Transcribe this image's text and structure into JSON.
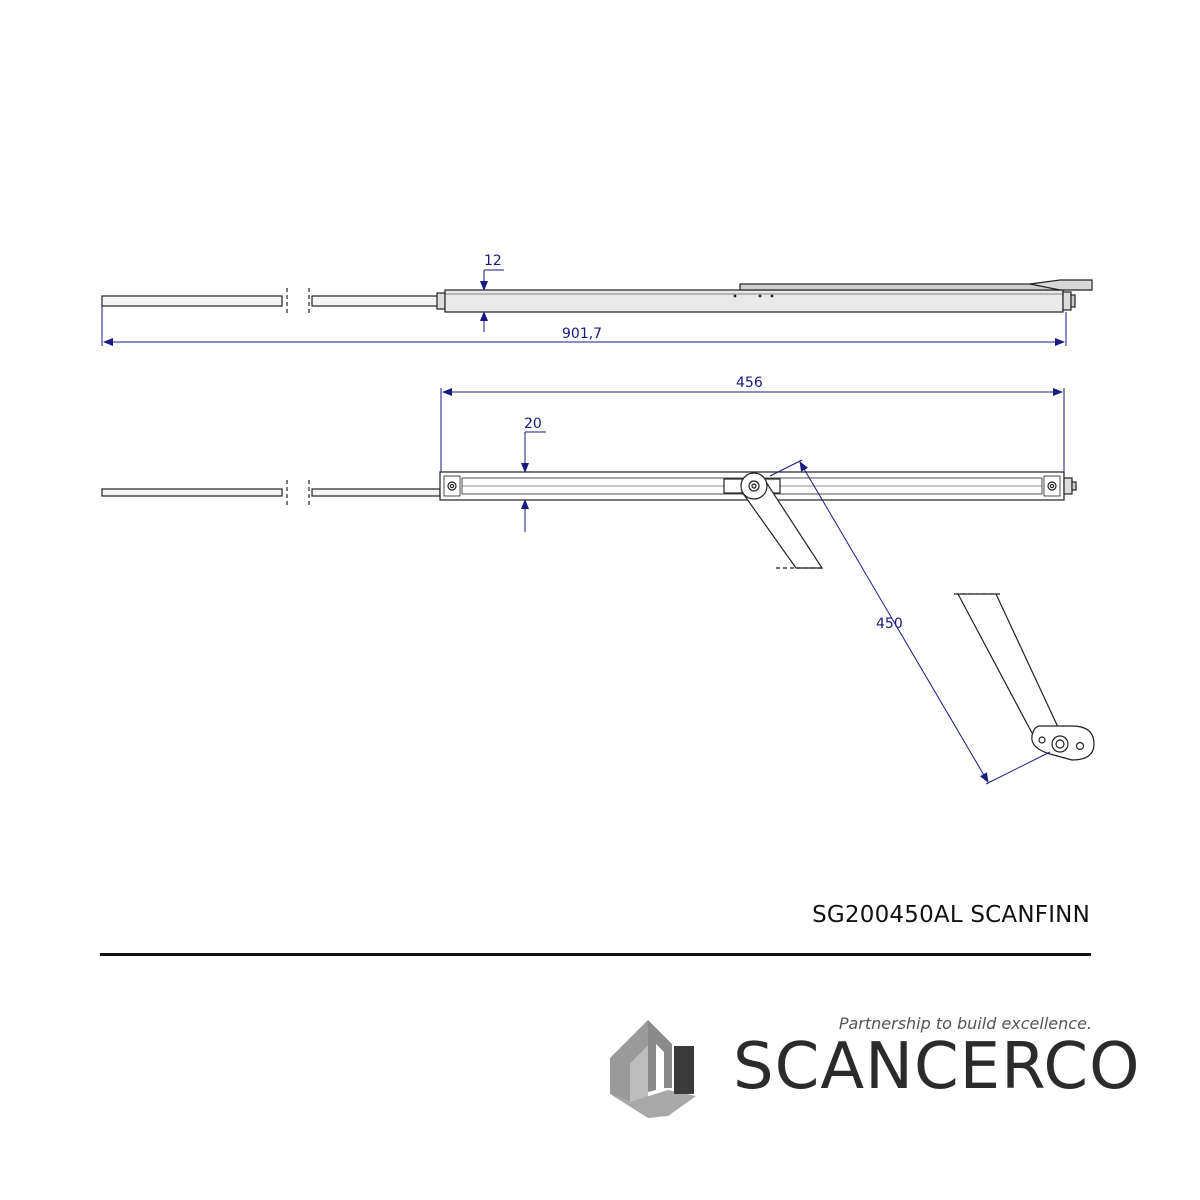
{
  "drawing": {
    "dimensions": {
      "overall_length": "901,7",
      "height_top_view": "12",
      "housing_length": "456",
      "height_front_view": "20",
      "arm_length": "450"
    },
    "colors": {
      "dimension": "#1a1a80",
      "outline": "#222222",
      "housing_fill": "#e9e9e9"
    }
  },
  "product": {
    "title": "SG200450AL SCANFINN"
  },
  "brand": {
    "tagline": "Partnership to build excellence.",
    "name": "SCANCERCO",
    "logo_colors": {
      "light": "#9a9a9a",
      "dark": "#3a3a3a"
    }
  }
}
